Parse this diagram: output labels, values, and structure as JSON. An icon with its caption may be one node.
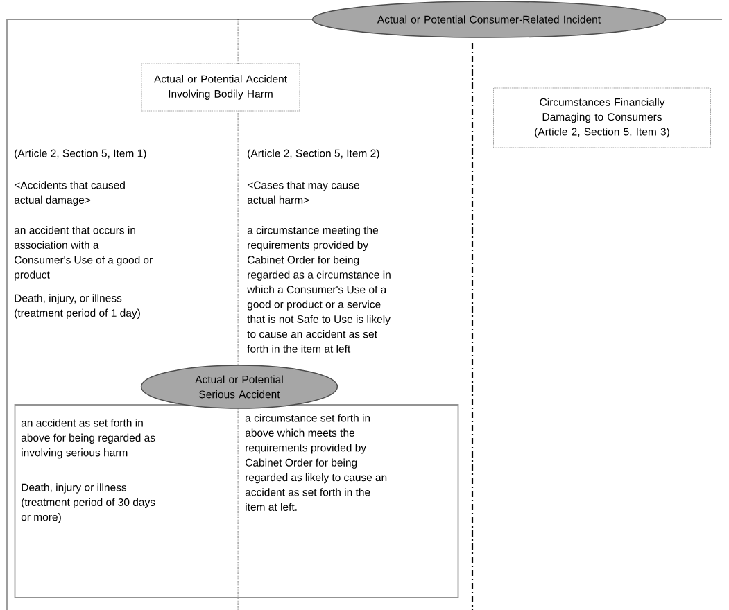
{
  "diagram": {
    "nodes": [
      {
        "text": [
          "Actual or Potential Consumer-Related Incident"
        ]
      },
      {
        "text": [
          "Actual or Potential Accident Involving Bodily Harm"
        ]
      },
      {
        "text": [
          "Circumstances Financially Damaging to Consumers (Article 2, Section 5, Item 3)"
        ]
      },
      {
        "text": [
          "Actual or Potential Serious Accident"
        ]
      },
      {
        "text": [
          "an accident as set forth in above for being regarded as involving serious harm",
          "Death, injury or illness (treatment period of 30 days or more)",
          "a circumstance set forth in above which meets the requirements provided by Cabinet Order for being regarded as likely to cause an accident as set forth in the item at left."
        ]
      }
    ],
    "labels": [
      "(Article 2, Section 5, Item 1)",
      "<Accidents that caused actual damage>",
      "an accident that occurs in association with a Consumer's Use of a good or product",
      "Death, injury, or illness (treatment period of 1 day)",
      "(Article 2, Section 5, Item 2)",
      "<Cases that may cause actual harm>",
      "a circumstance meeting the requirements provided by Cabinet Order for being regarded as a circumstance in which a Consumer's Use of a good or product or a service that is not Safe to Use is likely to cause an accident as set forth in the item at left"
    ]
  }
}
